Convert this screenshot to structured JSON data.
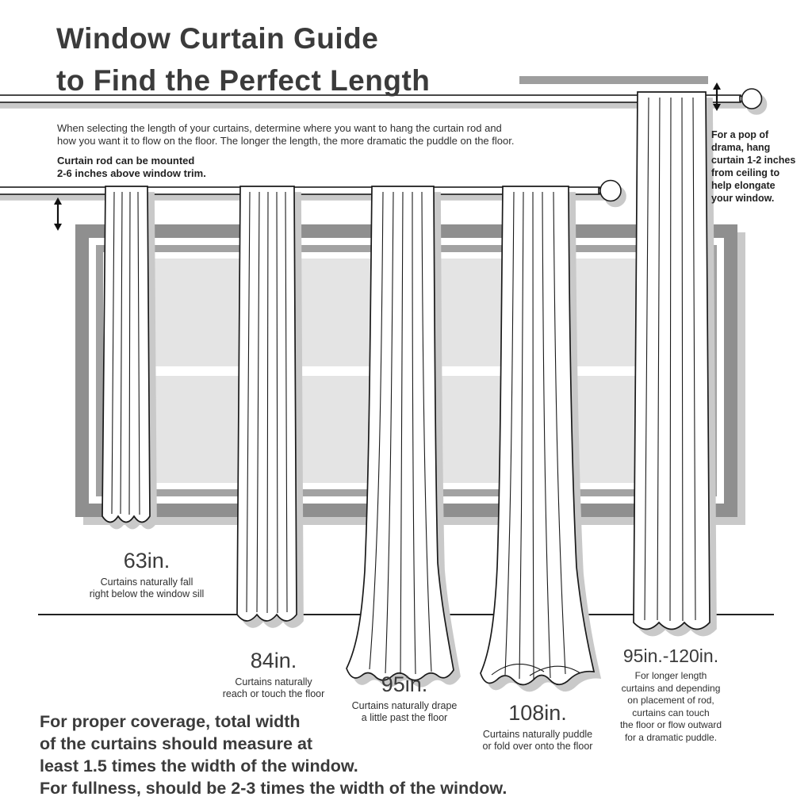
{
  "title": {
    "lines": [
      "Window Curtain Guide",
      "to Find the Perfect Length"
    ]
  },
  "intro": {
    "lines": [
      "When selecting the length of your curtains, determine where you want to hang the curtain rod and",
      "how you want it to flow on the floor. The longer the length, the more dramatic the puddle on the floor."
    ]
  },
  "rod_note": {
    "lines": [
      "Curtain rod can be mounted",
      "2-6 inches above window trim."
    ]
  },
  "ceiling_note": {
    "lines": [
      "For a pop of",
      "drama, hang",
      "curtain 1-2 inches",
      "from ceiling to",
      "help elongate",
      "your window."
    ]
  },
  "curtains": [
    {
      "length": "63in.",
      "desc_lines": [
        "Curtains naturally fall",
        "right below the window sill"
      ]
    },
    {
      "length": "84in.",
      "desc_lines": [
        "Curtains naturally",
        "reach or touch the floor"
      ]
    },
    {
      "length": "95in.",
      "desc_lines": [
        "Curtains naturally drape",
        "a little past the floor"
      ]
    },
    {
      "length": "108in.",
      "desc_lines": [
        "Curtains naturally puddle",
        "or fold over onto the floor"
      ]
    },
    {
      "length": "95in.-120in.",
      "desc_lines": [
        "For longer length",
        "curtains and depending",
        "on placement of rod,",
        "curtains can touch",
        "the floor or flow outward",
        "for a dramatic puddle."
      ]
    }
  ],
  "footer": {
    "lines": [
      "For proper coverage, total width",
      "of the curtains should measure at",
      "least 1.5 times the width of the window.",
      "For fullness, should be 2-3 times the width of the window."
    ]
  },
  "colors": {
    "text": "#3b3b3b",
    "outline": "#1a1a1a",
    "shadow": "#c9c9c9",
    "rodshadow": "#9e9e9e",
    "frame": "#8f8f8f",
    "sash": "#a2a2a2",
    "glass": "#e4e4e4"
  }
}
